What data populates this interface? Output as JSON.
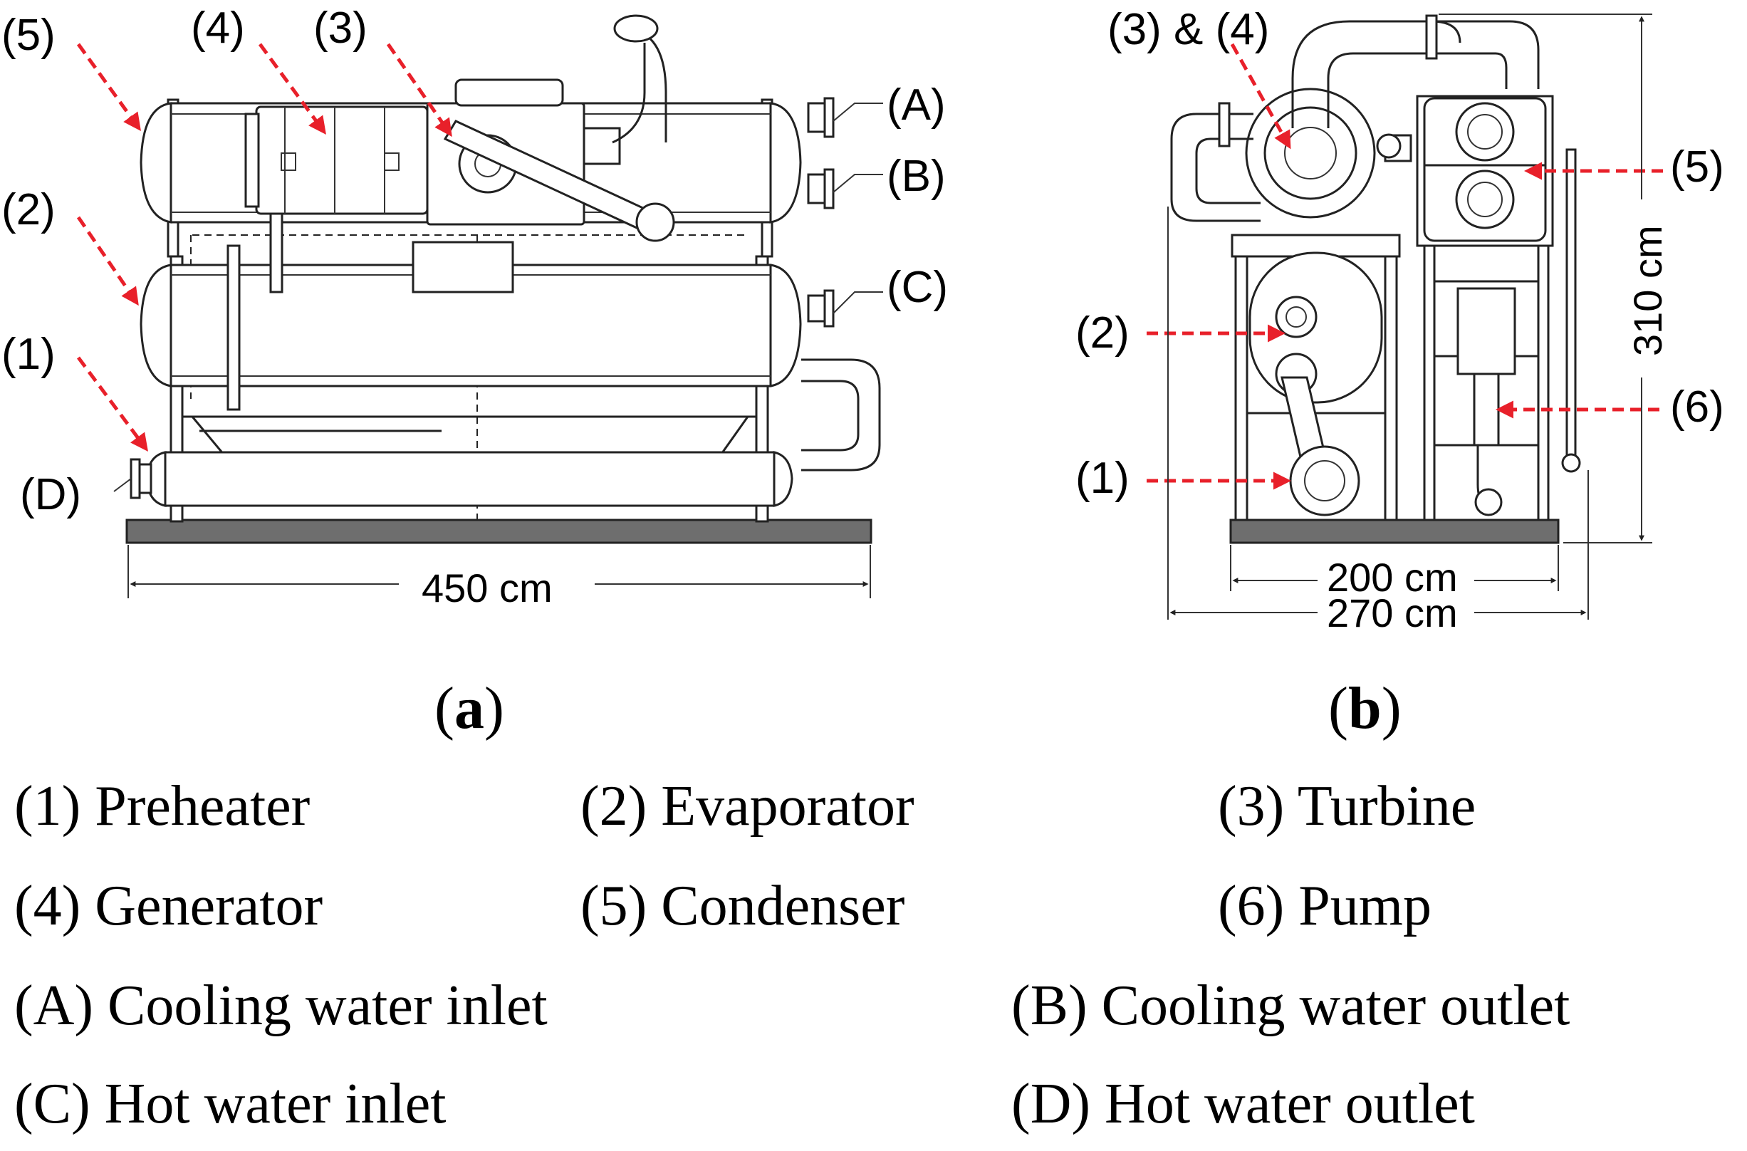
{
  "panel_a": {
    "caption_open": "(",
    "caption_letter": "a",
    "caption_close": ")",
    "component_labels": [
      "(5)",
      "(4)",
      "(3)",
      "(2)",
      "(1)"
    ],
    "port_labels": [
      "(A)",
      "(B)",
      "(C)",
      "(D)"
    ],
    "width_dimension": "450 cm"
  },
  "panel_b": {
    "caption_open": "(",
    "caption_letter": "b",
    "caption_close": ")",
    "component_labels": [
      "(3) & (4)",
      "(5)",
      "(2)",
      "(6)",
      "(1)"
    ],
    "height_dimension": "310 cm",
    "inner_width_dimension": "200 cm",
    "outer_width_dimension": "270 cm"
  },
  "legend": {
    "items": [
      "(1) Preheater",
      "(2) Evaporator",
      "(3) Turbine",
      "(4) Generator",
      "(5) Condenser",
      "(6) Pump",
      "(A) Cooling water inlet",
      "(B) Cooling water outlet",
      "(C) Hot water inlet",
      "(D) Hot water outlet"
    ]
  },
  "colors": {
    "indicator_arrow": "#e8202a",
    "linework": "#222222",
    "base_plate": "#6e6e6e",
    "background": "#ffffff"
  }
}
